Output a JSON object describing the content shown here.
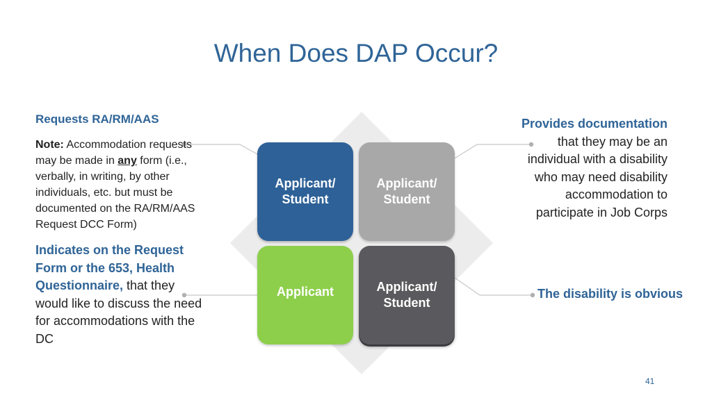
{
  "title": "When Does DAP Occur?",
  "boxes": [
    {
      "line1": "Applicant/",
      "line2": "Student",
      "color": "#2E6197"
    },
    {
      "line1": "Applicant/",
      "line2": "Student",
      "color": "#A8A8A8"
    },
    {
      "line1": "Applicant",
      "line2": "",
      "color": "#8DCF4B"
    },
    {
      "line1": "Applicant/",
      "line2": "Student",
      "color": "#5A5A5E"
    }
  ],
  "top_left": {
    "heading": "Requests RA/RM/AAS",
    "note_label": "Note:",
    "note_text_before": " Accommodation requests may be made in ",
    "note_emphasis": "any",
    "note_text_after": " form (i.e., verbally, in writing, by other individuals, etc. but must be documented on the RA/RM/AAS Request DCC Form)"
  },
  "bottom_left": {
    "highlight": "Indicates on the Request Form or the 653, Health Questionnaire,",
    "text": " that they would like to discuss the need for accommodations with the DC"
  },
  "top_right": {
    "highlight": "Provides documentation",
    "text": "that they may be an individual with a disability who may need disability accommodation to participate in Job Corps"
  },
  "bottom_right": {
    "highlight": "The disability is obvious"
  },
  "page_number": "41",
  "colors": {
    "accent": "#2F6497",
    "connector": "#bfbfbf",
    "diamond": "#ededed"
  }
}
